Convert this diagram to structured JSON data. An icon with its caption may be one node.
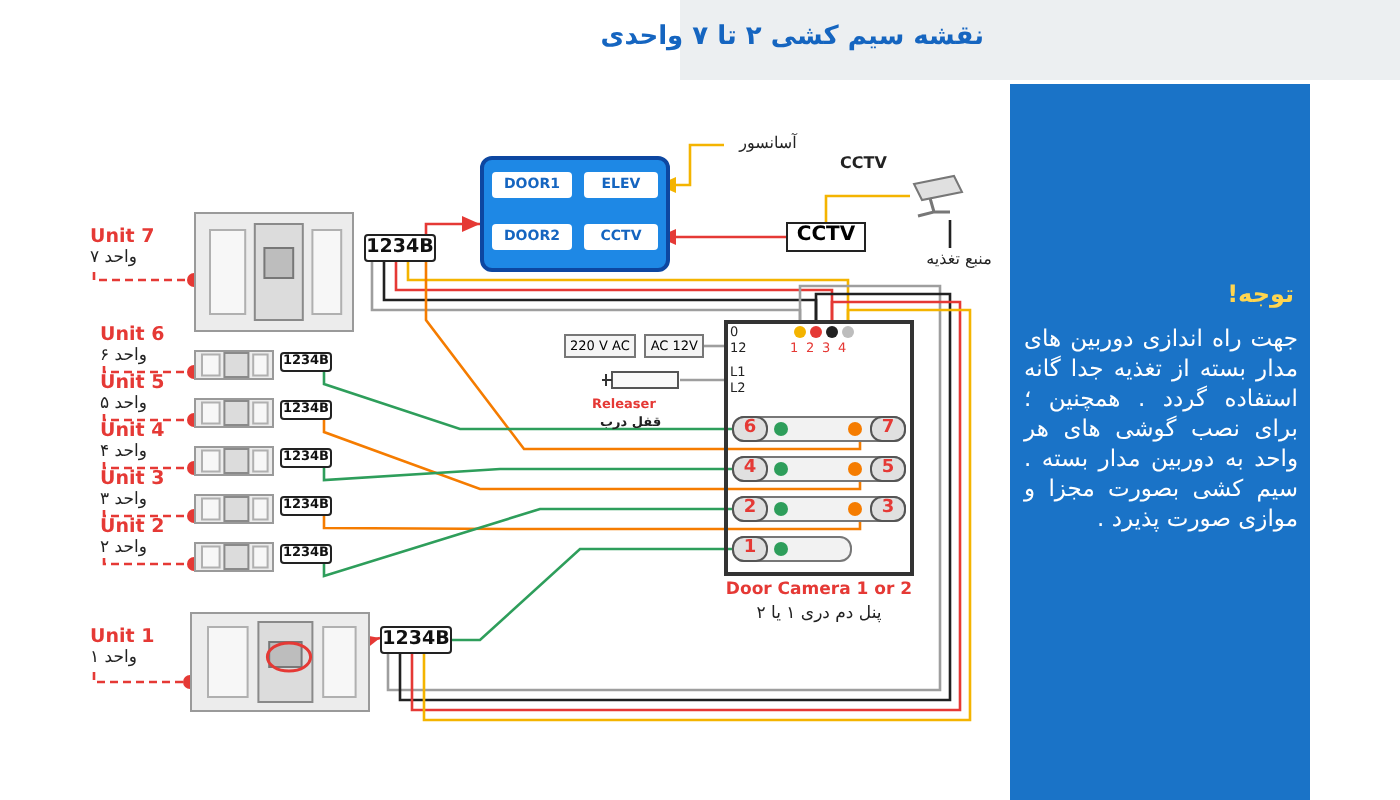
{
  "diagram": {
    "title": "نقشه سیم کشی ۲ تا ۷ واحدی",
    "nodes": [
      {
        "text": [
          "Unit 7",
          "واحد ۷"
        ]
      },
      {
        "text": [],
        "shape": "picture"
      },
      {
        "text": [
          "1234B"
        ]
      },
      {
        "text": [
          "Unit 6",
          "واحد ۶"
        ]
      },
      {
        "text": [],
        "shape": "picture"
      },
      {
        "text": [
          "1234B"
        ]
      },
      {
        "text": [
          "Unit 5",
          "واحد ۵"
        ]
      },
      {
        "text": [],
        "shape": "picture"
      },
      {
        "text": [
          "1234B"
        ]
      },
      {
        "text": [
          "Unit 4",
          "واحد ۴"
        ]
      },
      {
        "text": [],
        "shape": "picture"
      },
      {
        "text": [
          "1234B"
        ]
      },
      {
        "text": [
          "Unit 3",
          "واحد ۳"
        ]
      },
      {
        "text": [],
        "shape": "picture"
      },
      {
        "text": [
          "1234B"
        ]
      },
      {
        "text": [
          "Unit 2",
          "واحد ۲"
        ]
      },
      {
        "text": [],
        "shape": "picture"
      },
      {
        "text": [
          "1234B"
        ]
      },
      {
        "text": [
          "Unit 1",
          "واحد ۱"
        ]
      },
      {
        "text": [],
        "shape": "picture"
      },
      {
        "text": [
          "1234B"
        ]
      },
      {
        "text": [],
        "shape": "box"
      },
      {
        "text": [
          "DOOR1"
        ],
        "in": 21
      },
      {
        "text": [
          "ELEV"
        ],
        "in": 21
      },
      {
        "text": [
          "DOOR2"
        ],
        "in": 21
      },
      {
        "text": [
          "CCTV"
        ],
        "in": 21
      },
      {
        "text": [
          "آسانسور"
        ]
      },
      {
        "text": [
          "CCTV"
        ]
      },
      {
        "text": [],
        "shape": "picture",
        "beside": [
          "CCTV"
        ]
      },
      {
        "text": [
          "منبع تغذیه"
        ]
      },
      {
        "text": [
          "Door Camera 1 or 2",
          "پنل دم دری ۱ یا ۲"
        ]
      },
      {
        "text": [
          "6"
        ],
        "in": 30
      },
      {
        "text": [
          "7"
        ],
        "in": 30
      },
      {
        "text": [
          "4"
        ],
        "in": 30
      },
      {
        "text": [
          "5"
        ],
        "in": 30
      },
      {
        "text": [
          "2"
        ],
        "in": 30
      },
      {
        "text": [
          "3"
        ],
        "in": 30
      },
      {
        "text": [
          "1"
        ],
        "in": 30
      },
      {
        "text": [
          "AC 12V",
          "220 V AC"
        ]
      },
      {
        "text": [],
        "shape": "box",
        "beside": [
          "Releaser",
          "قفل درب"
        ]
      }
    ],
    "edges": [
      {
        "from": 0,
        "to": 1,
        "arrow": "other",
        "style": "dashed",
        "color": "#e53935"
      },
      {
        "from": 3,
        "to": 4,
        "arrow": "other",
        "style": "dashed",
        "color": "#e53935"
      },
      {
        "from": 6,
        "to": 7,
        "arrow": "other",
        "style": "dashed",
        "color": "#e53935"
      },
      {
        "from": 9,
        "to": 10,
        "arrow": "other",
        "style": "dashed",
        "color": "#e53935"
      },
      {
        "from": 12,
        "to": 13,
        "arrow": "other",
        "style": "dashed",
        "color": "#e53935"
      },
      {
        "from": 15,
        "to": 16,
        "arrow": "other",
        "style": "dashed",
        "color": "#e53935"
      },
      {
        "from": 18,
        "to": 19,
        "arrow": "other",
        "style": "dashed",
        "color": "#e53935"
      },
      {
        "from": 19,
        "to": 20,
        "arrow": "to",
        "color": "#e53935"
      },
      {
        "from": 2,
        "to": 21,
        "arrow": "to",
        "color": "#e53935"
      },
      {
        "from": 26,
        "to": 23,
        "arrow": "to",
        "color": "#f4b400"
      },
      {
        "from": 27,
        "to": 25,
        "arrow": "to",
        "color": "#e53935"
      },
      {
        "from": 27,
        "to": 28,
        "arrow": "none",
        "color": "#f4b400"
      },
      {
        "from": 28,
        "to": 29,
        "arrow": "none",
        "color": "#212121"
      },
      {
        "from": 2,
        "to": 30,
        "arrow": "none",
        "color": "#9e9e9e"
      },
      {
        "from": 2,
        "to": 30,
        "arrow": "none",
        "color": "#212121"
      },
      {
        "from": 2,
        "to": 30,
        "arrow": "none",
        "color": "#e53935"
      },
      {
        "from": 2,
        "to": 30,
        "arrow": "none",
        "color": "#f4b400"
      },
      {
        "from": 20,
        "to": 30,
        "arrow": "none",
        "color": "#9e9e9e"
      },
      {
        "from": 20,
        "to": 30,
        "arrow": "none",
        "color": "#212121"
      },
      {
        "from": 20,
        "to": 30,
        "arrow": "none",
        "color": "#e53935"
      },
      {
        "from": 20,
        "to": 30,
        "arrow": "none",
        "color": "#f4b400"
      },
      {
        "from": 2,
        "to": 32,
        "arrow": "none",
        "color": "#f57c00"
      },
      {
        "from": 5,
        "to": 31,
        "arrow": "none",
        "color": "#2e9e5b"
      },
      {
        "from": 8,
        "to": 34,
        "arrow": "none",
        "color": "#f57c00"
      },
      {
        "from": 11,
        "to": 33,
        "arrow": "none",
        "color": "#2e9e5b"
      },
      {
        "from": 14,
        "to": 36,
        "arrow": "none",
        "color": "#f57c00"
      },
      {
        "from": 17,
        "to": 35,
        "arrow": "none",
        "color": "#2e9e5b"
      },
      {
        "from": 20,
        "to": 37,
        "arrow": "none",
        "color": "#2e9e5b"
      },
      {
        "from": 38,
        "to": 30,
        "arrow": "none",
        "color": "#9e9e9e"
      },
      {
        "from": 39,
        "to": 30,
        "arrow": "none",
        "color": "#9e9e9e"
      }
    ],
    "labels": [
      "0",
      "12",
      "L1",
      "L2",
      "1",
      "2",
      "3",
      "4",
      "توجه!",
      "جهت راه اندازی دوربین های مدار بسته از تغذیه جدا گانه استفاده گردد . همچنین ؛ برای نصب گوشی های هر واحد به دوربین مدار بسته . سیم کشی بصورت مجزا و موازی صورت پذیرد ."
    ]
  }
}
